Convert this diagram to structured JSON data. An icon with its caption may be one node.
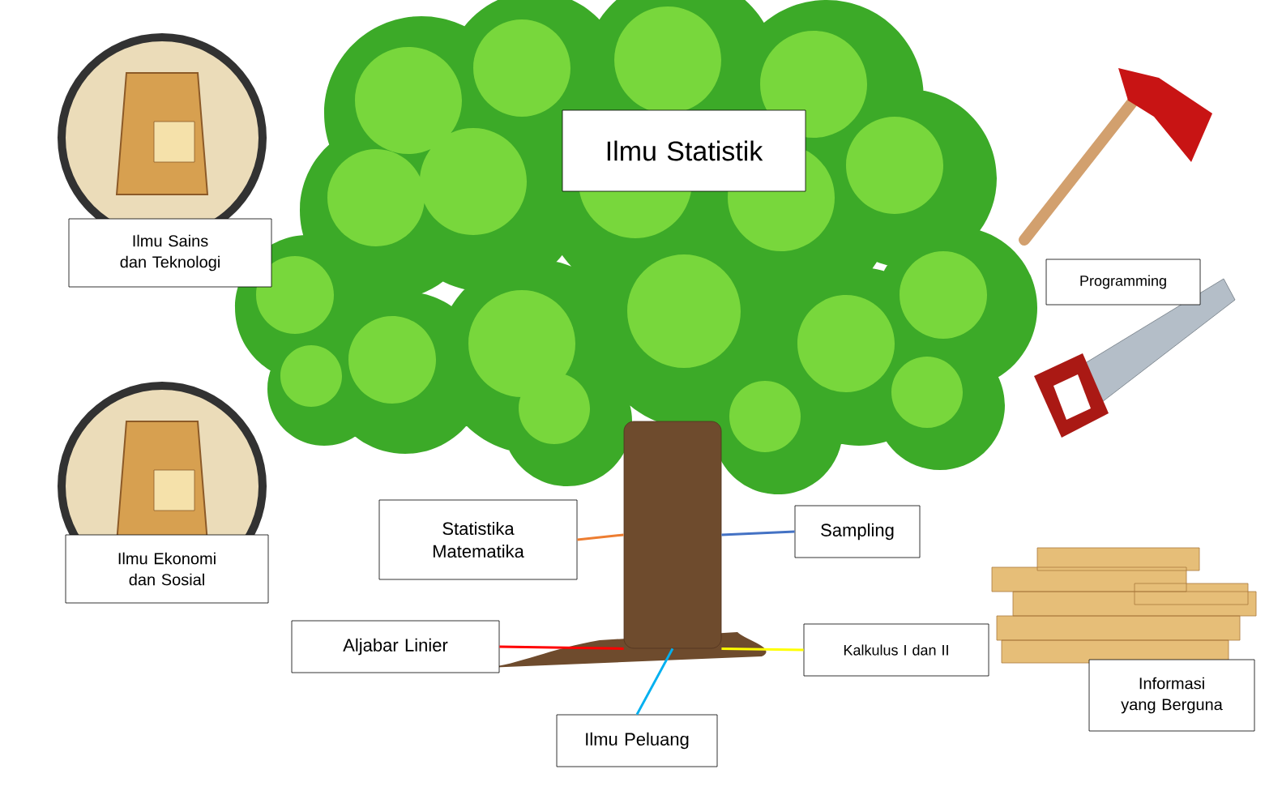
{
  "diagram": {
    "nodes": [
      {
        "text": [
          "Ilmu Statistik"
        ]
      },
      {
        "text": [
          "Ilmu Sains dan Teknologi"
        ]
      },
      {
        "text": [
          "Ilmu Ekonomi dan Sosial"
        ]
      },
      {
        "text": [
          "Programming"
        ]
      },
      {
        "text": [
          "Statistika Matematika"
        ]
      },
      {
        "text": [
          "Sampling"
        ]
      },
      {
        "text": [
          "Aljabar Linier"
        ]
      },
      {
        "text": [
          "Kalkulus I dan II"
        ]
      },
      {
        "text": [
          "Ilmu Peluang"
        ]
      },
      {
        "text": [
          "Informasi yang Berguna"
        ]
      },
      {
        "text": [],
        "shape": "box"
      }
    ],
    "edges": [
      {
        "from": 4,
        "to": 10,
        "arrow": "none",
        "color": "#ed7d31"
      },
      {
        "from": 5,
        "to": 10,
        "arrow": "none",
        "color": "#4472c4"
      },
      {
        "from": 6,
        "to": 10,
        "arrow": "none",
        "color": "#ff0000"
      },
      {
        "from": 7,
        "to": 10,
        "arrow": "none",
        "color": "#ffff00"
      },
      {
        "from": 8,
        "to": 10,
        "arrow": "none",
        "color": "#00b0f0"
      }
    ]
  }
}
